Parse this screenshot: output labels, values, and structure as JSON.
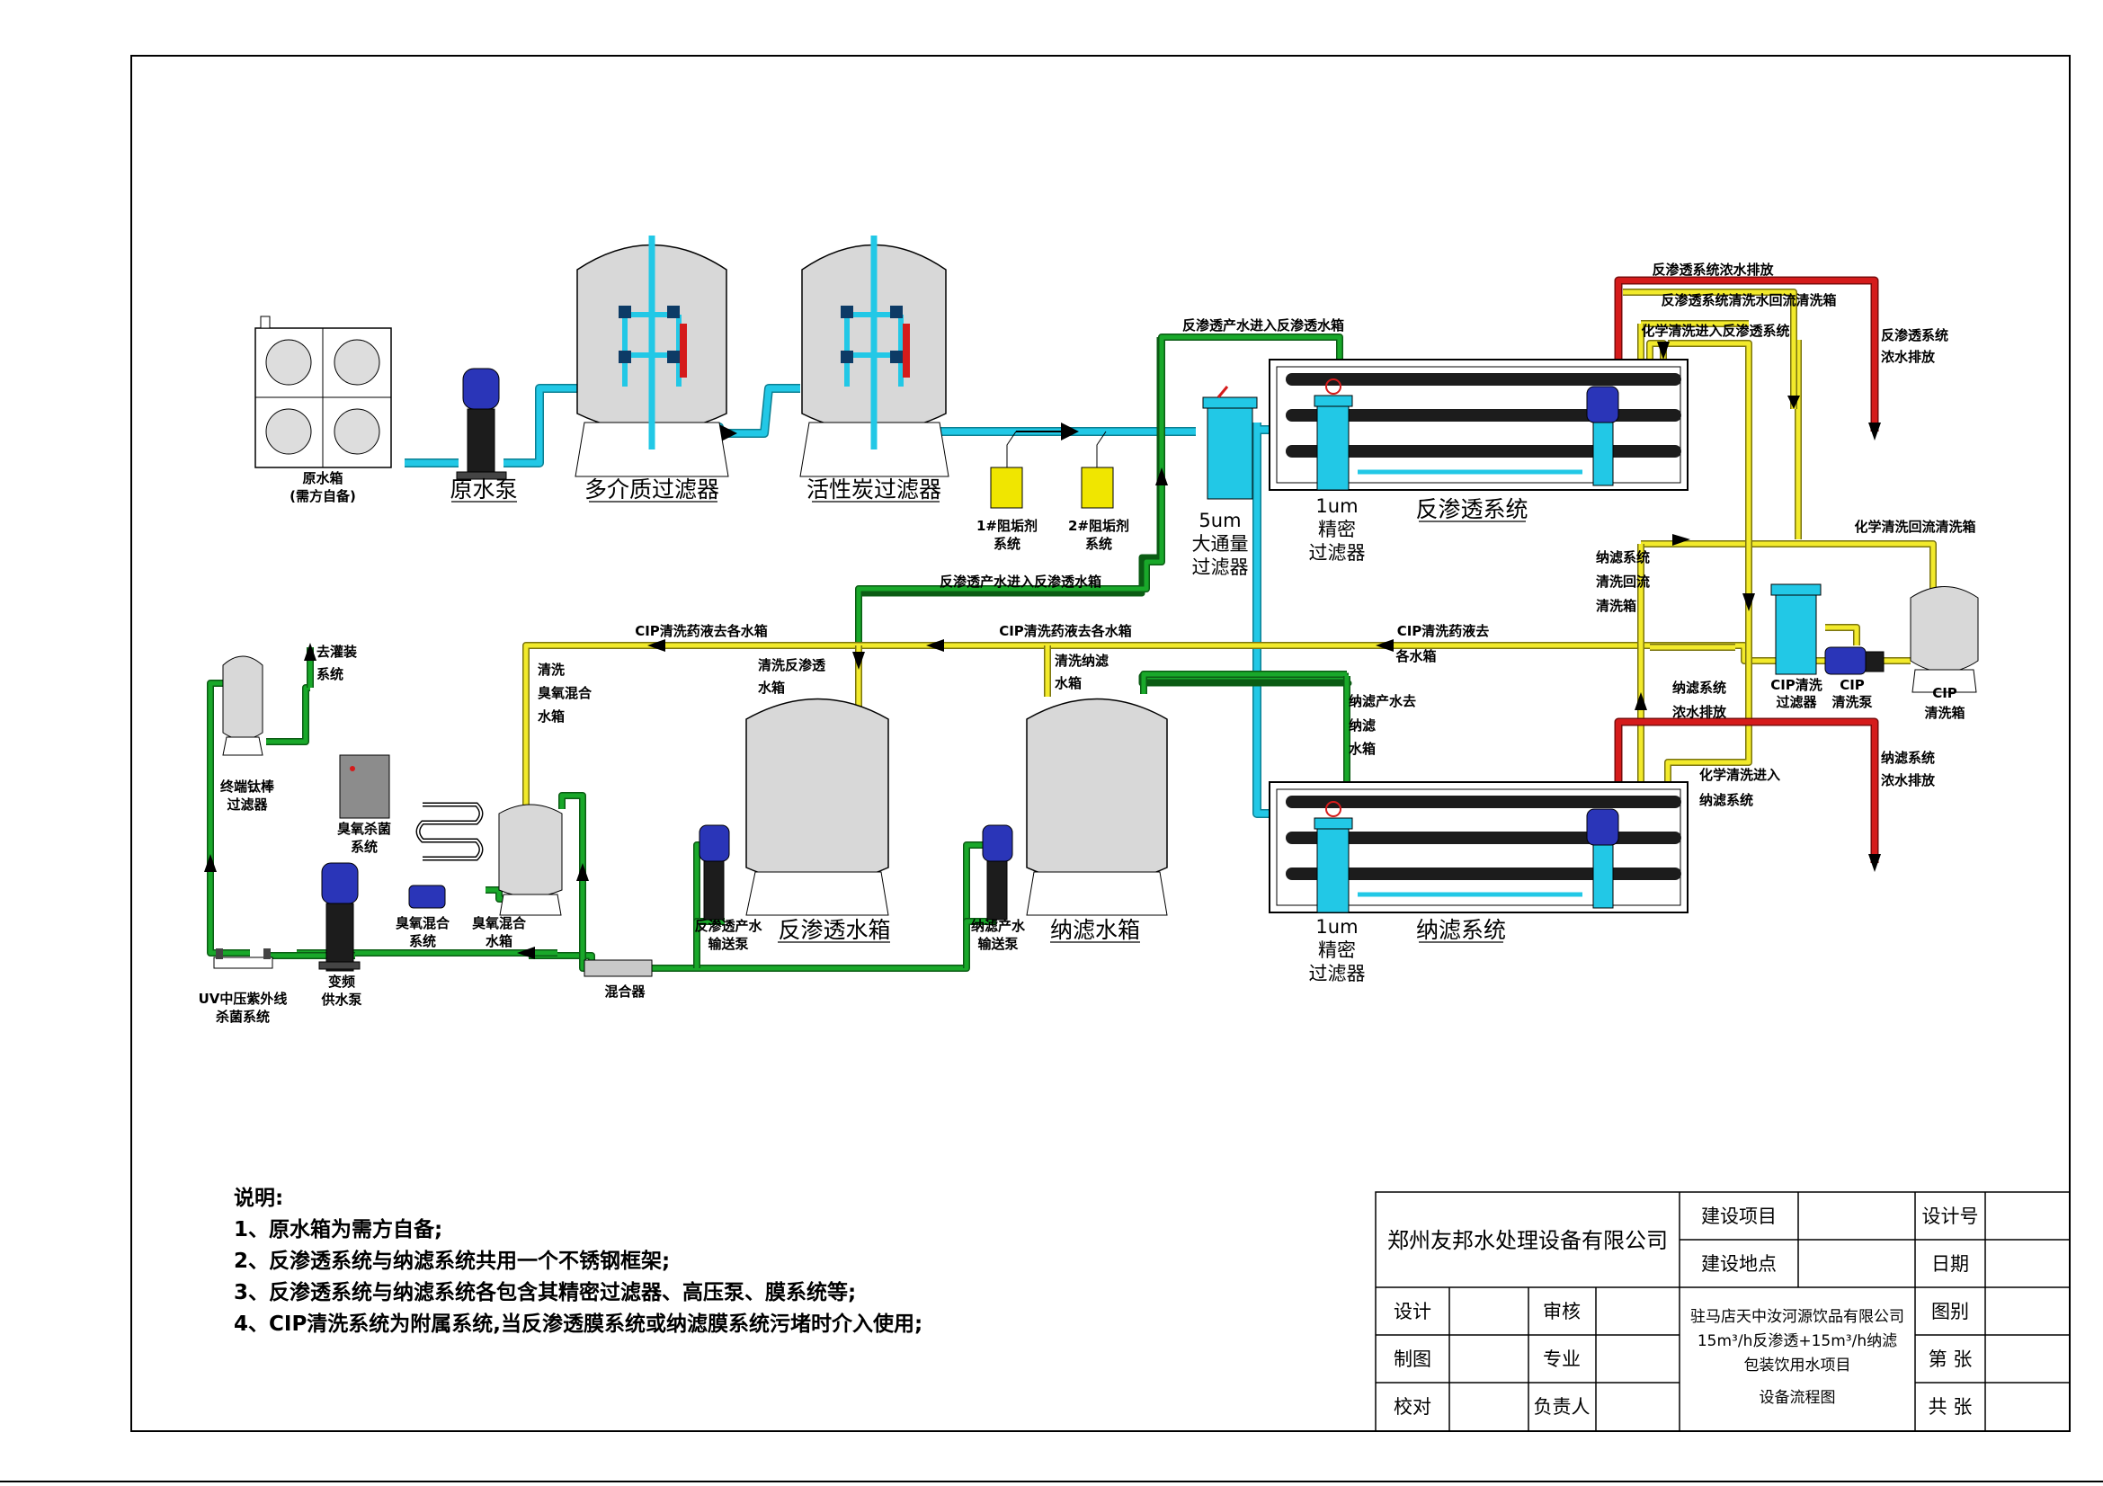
{
  "colors": {
    "pipe_cyan": "#22c8e6",
    "pipe_green": "#19a82a",
    "pipe_yellow": "#f2ea2b",
    "pipe_red": "#d51b1b",
    "vessel_gray": "#d8d8d8",
    "membrane_dark": "#1c1c1c",
    "pump_blue": "#2a35b8"
  },
  "equipment": {
    "raw_tank": {
      "title": "原水箱",
      "sub": "(需方自备)"
    },
    "raw_pump": "原水泵",
    "media_filter": "多介质过滤器",
    "carbon_filter": "活性炭过滤器",
    "dosing1": {
      "line1": "1#阻垢剂",
      "line2": "系统"
    },
    "dosing2": {
      "line1": "2#阻垢剂",
      "line2": "系统"
    },
    "big_filter": {
      "line1": "5um",
      "line2": "大通量",
      "line3": "过滤器"
    },
    "ro_precision": {
      "line1": "1um",
      "line2": "精密",
      "line3": "过滤器"
    },
    "ro_system": "反渗透系统",
    "nf_precision": {
      "line1": "1um",
      "line2": "精密",
      "line3": "过滤器"
    },
    "nf_system": "纳滤系统",
    "cip_filter": {
      "line1": "CIP清洗",
      "line2": "过滤器"
    },
    "cip_pump": {
      "line1": "CIP",
      "line2": "清洗泵"
    },
    "cip_tank": {
      "line1": "CIP",
      "line2": "清洗箱"
    },
    "ro_tank": "反渗透水箱",
    "nf_tank": "纳滤水箱",
    "ro_transfer_pump": {
      "line1": "反渗透产水",
      "line2": "输送泵"
    },
    "nf_transfer_pump": {
      "line1": "纳滤产水",
      "line2": "输送泵"
    },
    "mixer": "混合器",
    "ozone_tank": {
      "line1": "臭氧混合",
      "line2": "水箱"
    },
    "ozone_mix_system": {
      "line1": "臭氧混合",
      "line2": "系统"
    },
    "ozone_generator": {
      "line1": "臭氧杀菌",
      "line2": "系统"
    },
    "vfd_pump": {
      "line1": "变频",
      "line2": "供水泵"
    },
    "uv": {
      "line1": "UV中压紫外线",
      "line2": "杀菌系统"
    },
    "terminal_filter": {
      "line1": "终端钛棒",
      "line2": "过滤器"
    }
  },
  "flow_labels": {
    "ro_concentrate_top": "反渗透系统浓水排放",
    "ro_clean_return": "反渗透系统清洗水回流清洗箱",
    "chem_into_ro": "化学清洗进入反渗透系统",
    "ro_drain_right": {
      "line1": "反渗透系统",
      "line2": "浓水排放"
    },
    "ro_product_top": "反渗透产水进入反渗透水箱",
    "ro_product_mid": "反渗透产水进入反渗透水箱",
    "chem_return_tank": "化学清洗回流清洗箱",
    "nf_clean_return": {
      "line1": "纳滤系统",
      "line2": "清洗回流",
      "line3": "清洗箱"
    },
    "nf_concentrate": {
      "line1": "纳滤系统",
      "line2": "浓水排放"
    },
    "nf_drain_right": {
      "line1": "纳滤系统",
      "line2": "浓水排放"
    },
    "chem_into_nf": {
      "line1": "化学清洗进入",
      "line2": "纳滤系统"
    },
    "nf_product": {
      "line1": "纳滤产水去",
      "line2": "纳滤",
      "line3": "水箱"
    },
    "cip_to_tanks_left": "CIP清洗药液去各水箱",
    "cip_to_tanks_mid": "CIP清洗药液去各水箱",
    "cip_right": {
      "line1": "CIP清洗药液去",
      "line2": "各水箱"
    },
    "wash_ro_tank": {
      "line1": "清洗反渗透",
      "line2": "水箱"
    },
    "wash_nf_tank": {
      "line1": "清洗纳滤",
      "line2": "水箱"
    },
    "wash_ozone": {
      "line1": "清洗",
      "line2": "臭氧混合",
      "line3": "水箱"
    },
    "to_filling": {
      "line1": "去灌装",
      "line2": "系统"
    }
  },
  "notes": {
    "title": "说明:",
    "items": [
      "1、原水箱为需方自备;",
      "2、反渗透系统与纳滤系统共用一个不锈钢框架;",
      "3、反渗透系统与纳滤系统各包含其精密过滤器、高压泵、膜系统等;",
      "4、CIP清洗系统为附属系统,当反渗透膜系统或纳滤膜系统污堵时介入使用;"
    ]
  },
  "title_block": {
    "company": "郑州友邦水处理设备有限公司",
    "project_label": "建设项目",
    "site_label": "建设地点",
    "design_no_label": "设计号",
    "date_label": "日期",
    "category_label": "图别",
    "sheet_label": "第 张",
    "total_label": "共 张",
    "design_label": "设计",
    "review_label": "审核",
    "draw_label": "制图",
    "specialty_label": "专业",
    "check_label": "校对",
    "owner_label": "负责人",
    "project_lines": [
      "驻马店天中汝河源饮品有限公司",
      "15m³/h反渗透+15m³/h纳滤",
      "包装饮用水项目"
    ],
    "drawing_name": "设备流程图"
  }
}
